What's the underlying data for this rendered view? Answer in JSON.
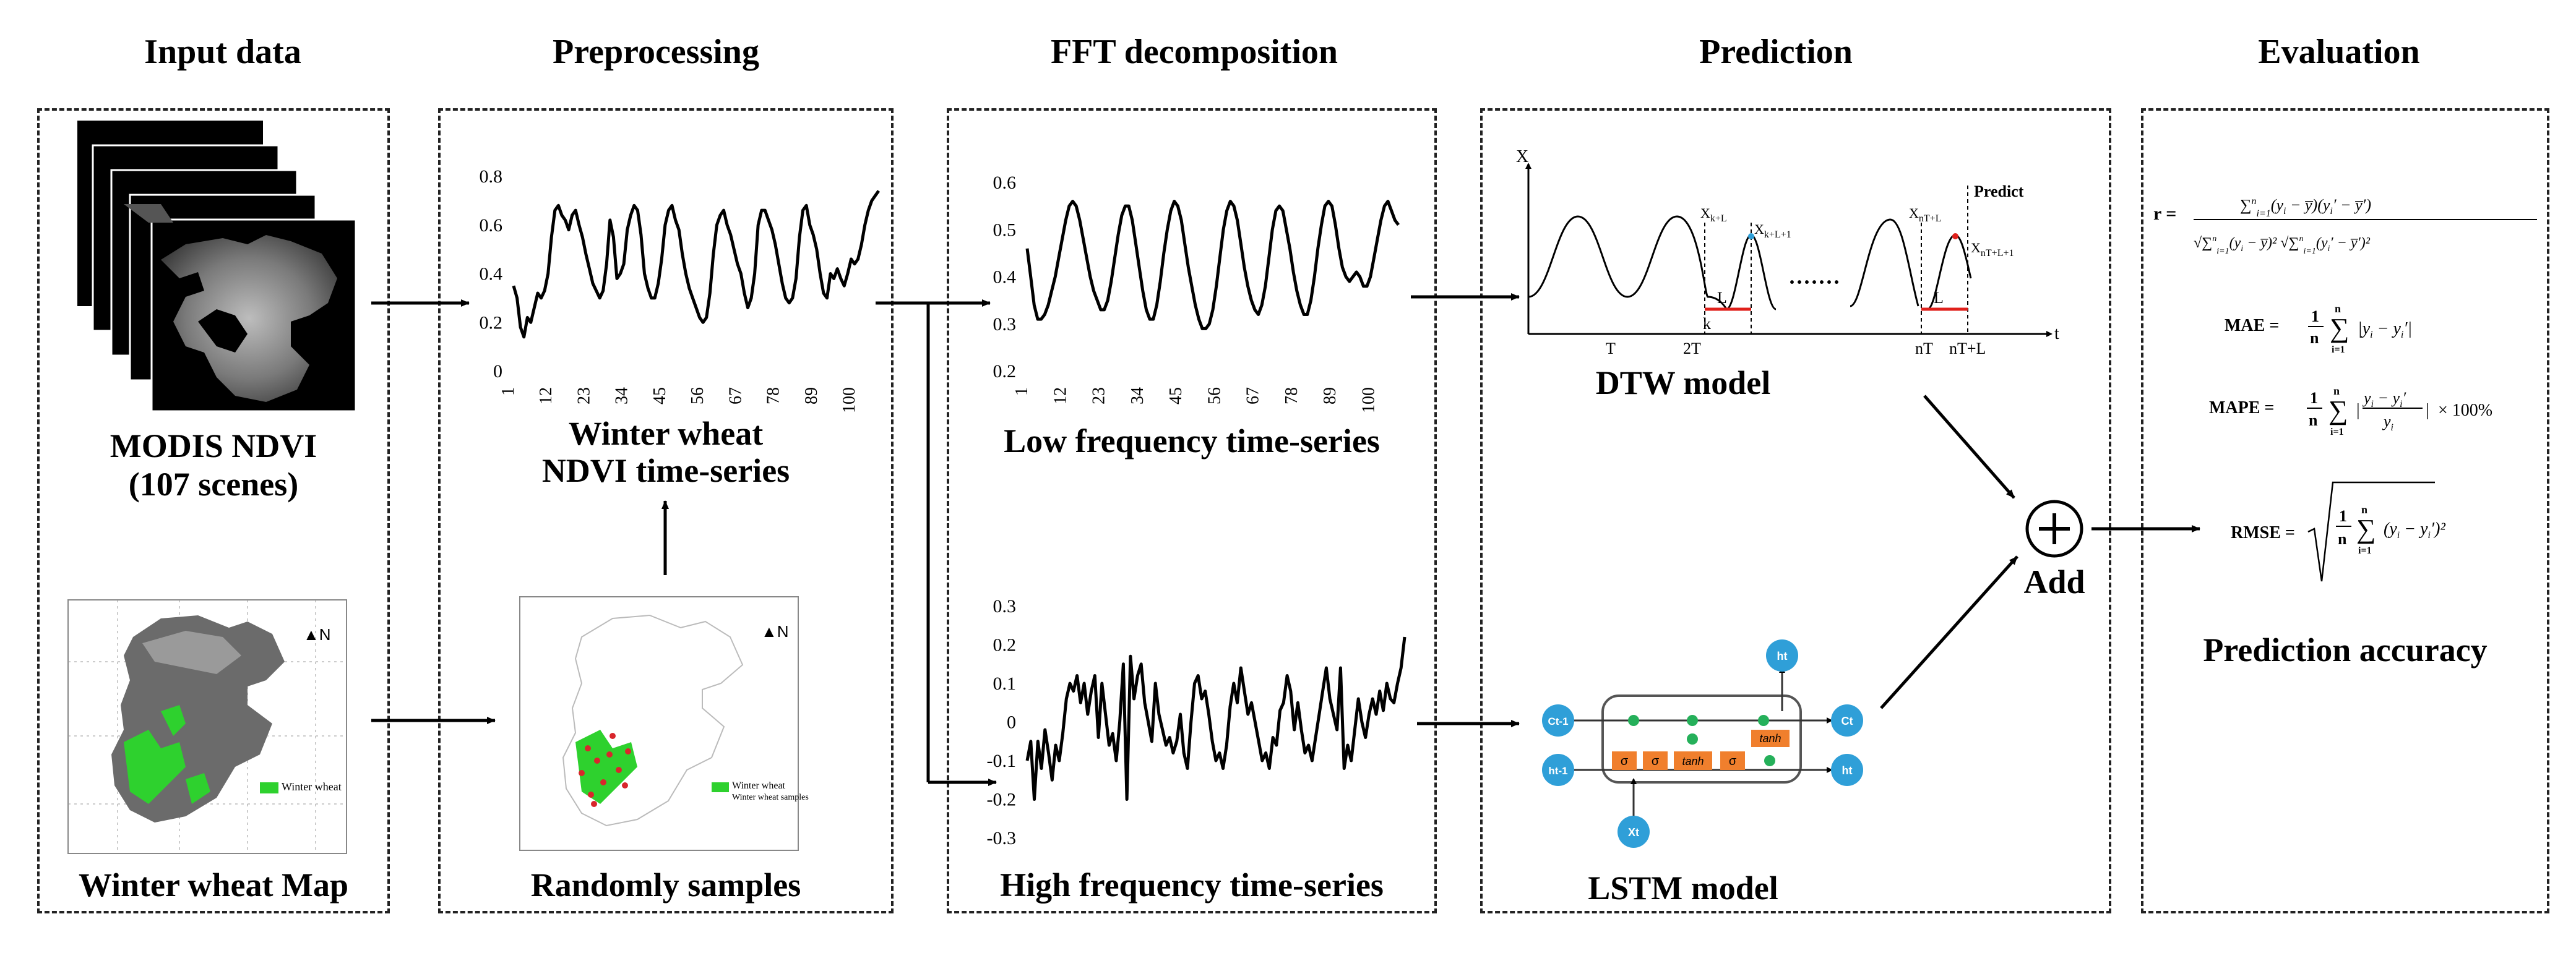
{
  "headers": {
    "input": "Input data",
    "pre": "Preprocessing",
    "fft": "FFT decomposition",
    "pred": "Prediction",
    "eval": "Evaluation"
  },
  "input": {
    "modis_label": "MODIS NDVI",
    "modis_count": "(107 scenes)",
    "map_label": "Winter wheat Map",
    "legend_label": "Winter wheat"
  },
  "pre": {
    "series_label_1": "Winter wheat",
    "series_label_2": "NDVI time-series",
    "samples_label": "Randomly samples",
    "legend_1": "Winter wheat",
    "legend_2": "Winter wheat samples"
  },
  "fft": {
    "low_label": "Low frequency time-series",
    "high_label": "High frequency time-series"
  },
  "pred": {
    "dtw_label": "DTW model",
    "lstm_label": "LSTM model",
    "predict_label": "Predict",
    "add_label": "Add"
  },
  "dtw": {
    "axis_x": "X",
    "axis_t": "t",
    "T": "T",
    "two_T": "2T",
    "k": "k",
    "nT": "nT",
    "nT_L": "nT+L",
    "L": "L",
    "dots": "·······"
  },
  "lstm": {
    "c_prev": "Ct-1",
    "c_next": "Ct",
    "h_prev": "ht-1",
    "h_next": "ht",
    "h_top": "ht",
    "x_in": "Xt",
    "sigma": "σ",
    "tanh": "tanh"
  },
  "eval": {
    "accuracy_label": "Prediction accuracy",
    "r_lhs": "r =",
    "mae_lhs": "MAE =",
    "mape_lhs": "MAPE =",
    "rmse_lhs": "RMSE =",
    "mape_tail": "× 100%"
  },
  "colors": {
    "arrow": "#000000",
    "red_line": "#e0201b",
    "lstm_blue": "#2f9fd8",
    "lstm_orange": "#f07f2d",
    "lstm_green": "#25b05a",
    "wheat_green": "#2ed12e",
    "sample_red": "#d8262c"
  },
  "chart_data": [
    {
      "id": "ndvi",
      "type": "line",
      "xticks": [
        "1",
        "12",
        "23",
        "34",
        "45",
        "56",
        "67",
        "78",
        "89",
        "100"
      ],
      "ylim": [
        0.0,
        0.8
      ],
      "yticks": [
        "0",
        "0.2",
        "0.4",
        "0.6",
        "0.8"
      ],
      "values": [
        0.35,
        0.3,
        0.18,
        0.14,
        0.22,
        0.2,
        0.26,
        0.32,
        0.3,
        0.33,
        0.4,
        0.55,
        0.66,
        0.68,
        0.64,
        0.62,
        0.58,
        0.64,
        0.66,
        0.6,
        0.55,
        0.48,
        0.42,
        0.36,
        0.33,
        0.3,
        0.33,
        0.44,
        0.62,
        0.55,
        0.38,
        0.4,
        0.44,
        0.58,
        0.64,
        0.68,
        0.66,
        0.56,
        0.4,
        0.34,
        0.3,
        0.3,
        0.36,
        0.46,
        0.6,
        0.66,
        0.68,
        0.62,
        0.58,
        0.48,
        0.4,
        0.34,
        0.3,
        0.26,
        0.22,
        0.2,
        0.22,
        0.32,
        0.48,
        0.6,
        0.64,
        0.66,
        0.6,
        0.56,
        0.5,
        0.44,
        0.4,
        0.32,
        0.26,
        0.3,
        0.4,
        0.6,
        0.66,
        0.66,
        0.62,
        0.58,
        0.52,
        0.44,
        0.36,
        0.3,
        0.28,
        0.3,
        0.38,
        0.55,
        0.66,
        0.68,
        0.6,
        0.56,
        0.5,
        0.4,
        0.32,
        0.3,
        0.4,
        0.38,
        0.42,
        0.38,
        0.35,
        0.4,
        0.46,
        0.44,
        0.46,
        0.52,
        0.6,
        0.66,
        0.7,
        0.72,
        0.74
      ]
    },
    {
      "id": "low",
      "type": "line",
      "xticks": [
        "1",
        "12",
        "23",
        "34",
        "45",
        "56",
        "67",
        "78",
        "89",
        "100"
      ],
      "ylim": [
        0.2,
        0.6
      ],
      "yticks": [
        "0.2",
        "0.3",
        "0.4",
        "0.5",
        "0.6"
      ],
      "values": [
        0.46,
        0.4,
        0.34,
        0.31,
        0.31,
        0.32,
        0.34,
        0.37,
        0.4,
        0.44,
        0.48,
        0.52,
        0.55,
        0.56,
        0.55,
        0.52,
        0.48,
        0.44,
        0.4,
        0.37,
        0.35,
        0.33,
        0.33,
        0.35,
        0.39,
        0.44,
        0.49,
        0.53,
        0.55,
        0.55,
        0.52,
        0.47,
        0.42,
        0.37,
        0.33,
        0.31,
        0.31,
        0.34,
        0.39,
        0.45,
        0.5,
        0.54,
        0.56,
        0.55,
        0.52,
        0.47,
        0.42,
        0.38,
        0.34,
        0.31,
        0.29,
        0.29,
        0.3,
        0.33,
        0.38,
        0.44,
        0.5,
        0.54,
        0.56,
        0.55,
        0.52,
        0.47,
        0.42,
        0.38,
        0.35,
        0.33,
        0.32,
        0.34,
        0.38,
        0.44,
        0.5,
        0.54,
        0.55,
        0.54,
        0.5,
        0.46,
        0.41,
        0.37,
        0.34,
        0.32,
        0.32,
        0.35,
        0.4,
        0.46,
        0.51,
        0.55,
        0.56,
        0.55,
        0.51,
        0.46,
        0.42,
        0.4,
        0.39,
        0.4,
        0.41,
        0.4,
        0.38,
        0.38,
        0.4,
        0.44,
        0.48,
        0.52,
        0.55,
        0.56,
        0.54,
        0.52,
        0.51
      ]
    },
    {
      "id": "high",
      "type": "line",
      "xticks": [],
      "ylim": [
        -0.3,
        0.3
      ],
      "yticks": [
        "-0.3",
        "-0.2",
        "-0.1",
        "0",
        "0.1",
        "0.2",
        "0.3"
      ],
      "values": [
        -0.1,
        -0.05,
        -0.2,
        -0.05,
        -0.12,
        -0.02,
        -0.08,
        -0.15,
        -0.06,
        -0.1,
        -0.03,
        0.06,
        0.1,
        0.08,
        0.12,
        0.05,
        0.1,
        0.02,
        0.08,
        0.12,
        -0.04,
        0.1,
        0.02,
        -0.06,
        -0.03,
        -0.1,
        0.0,
        0.15,
        -0.2,
        0.17,
        0.06,
        0.12,
        0.15,
        0.05,
        0.0,
        -0.05,
        0.1,
        0.02,
        -0.02,
        -0.06,
        -0.04,
        -0.08,
        -0.05,
        0.02,
        -0.08,
        -0.12,
        0.0,
        0.1,
        0.12,
        0.06,
        0.08,
        0.02,
        -0.05,
        -0.1,
        -0.08,
        -0.12,
        -0.06,
        0.04,
        0.1,
        0.05,
        0.14,
        0.08,
        0.02,
        0.05,
        0.0,
        -0.05,
        -0.1,
        -0.08,
        -0.12,
        -0.04,
        -0.06,
        0.03,
        0.05,
        0.12,
        0.08,
        -0.02,
        0.05,
        -0.02,
        -0.08,
        -0.06,
        -0.1,
        -0.04,
        0.02,
        0.08,
        0.14,
        0.06,
        0.02,
        -0.02,
        0.14,
        -0.12,
        -0.06,
        -0.1,
        -0.02,
        0.06,
        0.0,
        -0.04,
        0.02,
        0.06,
        0.02,
        0.08,
        0.03,
        0.1,
        0.06,
        0.05,
        0.1,
        0.14,
        0.22
      ]
    }
  ]
}
